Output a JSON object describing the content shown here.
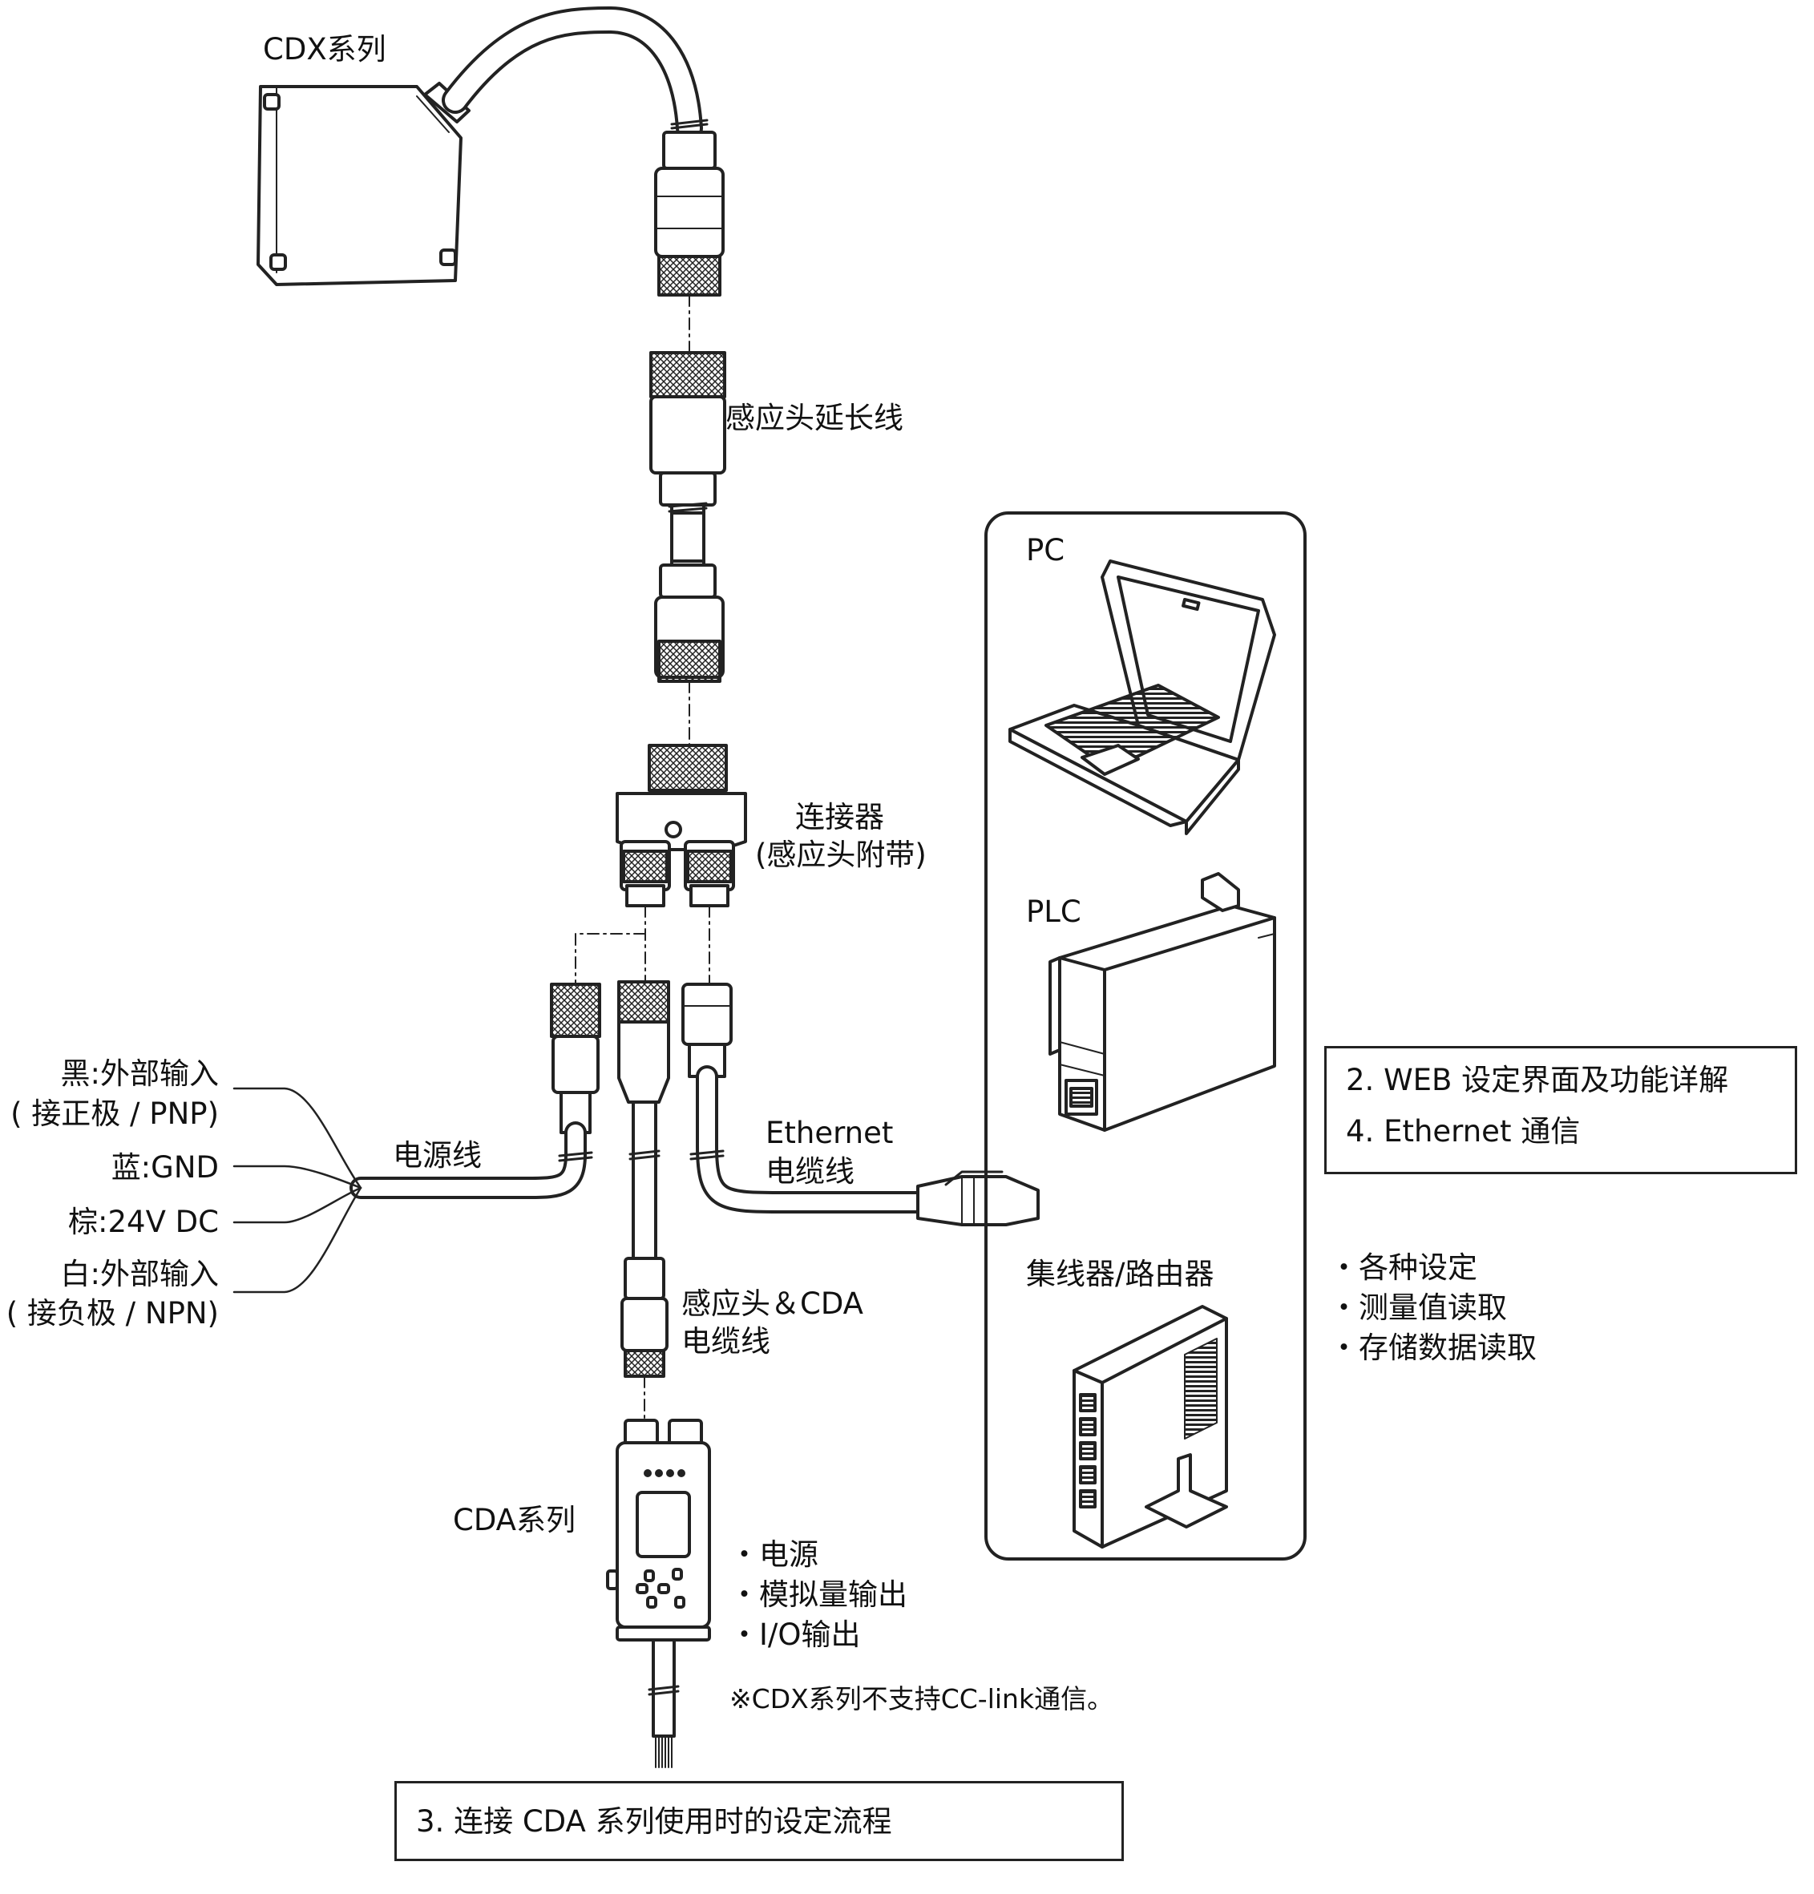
{
  "labels": {
    "cdx_series": "CDX系列",
    "sensor_extension_cable": "感应头延长线",
    "connector_line1": "连接器",
    "connector_line2": "(感应头附带)",
    "pc": "PC",
    "plc": "PLC",
    "hub_router": "集线器/路由器",
    "power_cable": "电源线",
    "ethernet_cable_line1": "Ethernet",
    "ethernet_cable_line2": "电缆线",
    "sensor_cda_cable_line1": "感应头＆CDA",
    "sensor_cda_cable_line2": "电缆线",
    "cda_series": "CDA系列"
  },
  "wires": [
    {
      "color": "黑",
      "function": "外部输入",
      "sub": "( 接正极 / PNP)"
    },
    {
      "color": "蓝",
      "function": "GND",
      "sub": ""
    },
    {
      "color": "棕",
      "function": "24V DC",
      "sub": ""
    },
    {
      "color": "白",
      "function": "外部输入",
      "sub": "( 接负极 / NPN)"
    }
  ],
  "wire_lines": [
    "黑:外部输入",
    "( 接正极 / PNP)",
    "蓝:GND",
    "棕:24V DC",
    "白:外部输入",
    "( 接负极 / NPN)"
  ],
  "reference_box": {
    "line1": "2. WEB 设定界面及功能详解",
    "line2": "4. Ethernet 通信"
  },
  "ethernet_features": [
    "・各种设定",
    "・测量值读取",
    "・存储数据读取"
  ],
  "cda_features": [
    "・电源",
    "・模拟量输出",
    "・I/O输出"
  ],
  "note": "※CDX系列不支持CC-link通信。",
  "bottom_box": "3. 连接 CDA 系列使用时的设定流程"
}
